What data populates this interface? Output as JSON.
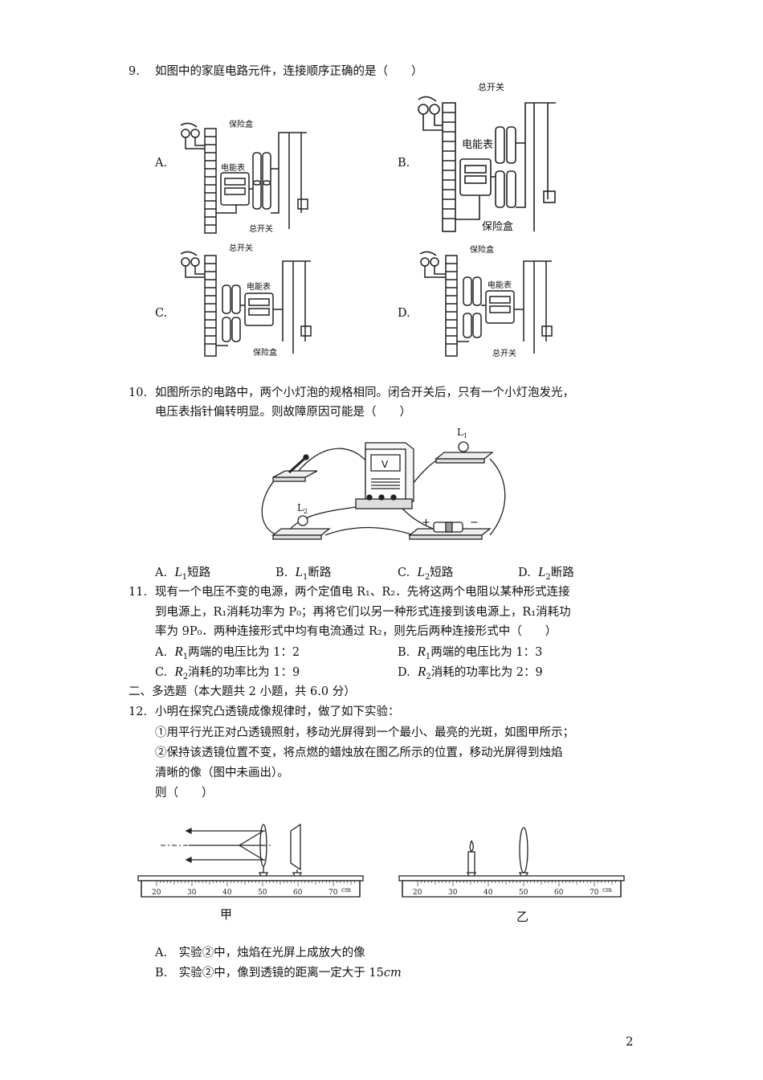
{
  "q9": {
    "num": "9.",
    "stem": "如图中的家庭电路元件，连接顺序正确的是（　　）",
    "options": [
      "A.",
      "B.",
      "C.",
      "D."
    ],
    "labels": {
      "fuse_box": "保险盒",
      "meter": "电能表",
      "main_switch": "总开关"
    }
  },
  "q10": {
    "num": "10.",
    "stem_line1": "如图所示的电路中，两个小灯泡的规格相同。闭合开关后，只有一个小灯泡发光，",
    "stem_line2": "电压表指针偏转明显。则故障原因可能是（　　）",
    "fig": {
      "l1": "L",
      "l1_sub": "1",
      "l2": "L",
      "l2_sub": "2",
      "meter_symbol": "V",
      "plus": "+",
      "minus": "−"
    },
    "options": [
      {
        "letter": "A.",
        "var": "L",
        "sub": "1",
        "text": "短路"
      },
      {
        "letter": "B.",
        "var": "L",
        "sub": "1",
        "text": "断路"
      },
      {
        "letter": "C.",
        "var": "L",
        "sub": "2",
        "text": "短路"
      },
      {
        "letter": "D.",
        "var": "L",
        "sub": "2",
        "text": "断路"
      }
    ]
  },
  "q11": {
    "num": "11.",
    "line1": "现有一个电压不变的电源，两个定值电 R₁、R₂．先将这两个电阻以某种形式连接",
    "line2": "到电源上，R₁消耗功率为 P₀；再将它们以另一种形式连接到该电源上，R₁消耗功",
    "line3": "率为 9P₀．两种连接形式中均有电流通过 R₂，则先后两种连接形式中（　　）",
    "options": [
      {
        "letter": "A.",
        "var": "R",
        "sub": "1",
        "text": "两端的电压比为 1：2"
      },
      {
        "letter": "B.",
        "var": "R",
        "sub": "1",
        "text": "两端的电压比为 1：3"
      },
      {
        "letter": "C.",
        "var": "R",
        "sub": "2",
        "text": "消耗的功率比为 1：9"
      },
      {
        "letter": "D.",
        "var": "R",
        "sub": "2",
        "text": "消耗的功率比为 2：9"
      }
    ]
  },
  "section2": "二、多选题（本大题共 2 小题，共 6.0 分）",
  "q12": {
    "num": "12.",
    "stem": "小明在探究凸透镜成像规律时，做了如下实验：",
    "step1": "①用平行光正对凸透镜照射，移动光屏得到一个最小、最亮的光斑，如图甲所示；",
    "step2a": "②保持该透镜位置不变，将点燃的蜡烛放在图乙所示的位置，移动光屏得到烛焰",
    "step2b": "清晰的像（图中未画出）。",
    "then": "则（　　）",
    "ruler_ticks": [
      "20",
      "30",
      "40",
      "50",
      "60",
      "70"
    ],
    "ruler_unit": "cm",
    "fig_a": "甲",
    "fig_b": "乙",
    "optA": "A.　实验②中，烛焰在光屏上成放大的像",
    "optB_pre": "B.　实验②中，像到透镜的距离一定大于 15",
    "optB_unit": "cm"
  },
  "page_number": "2"
}
